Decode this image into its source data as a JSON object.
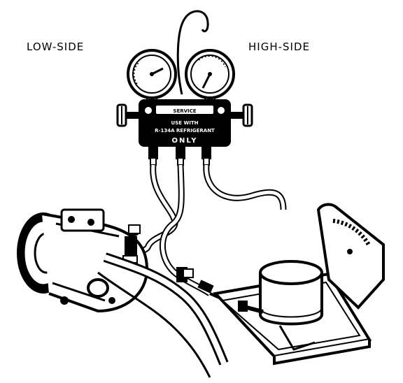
{
  "labels": {
    "low_side": "LOW-SIDE",
    "high_side": "HIGH-SIDE"
  },
  "manifold": {
    "plate_top": "SERVICE",
    "line1": "USE WITH",
    "line2": "R-134A REFRIGERANT",
    "line3": "ONLY"
  },
  "colors": {
    "ink": "#000000",
    "paper": "#ffffff"
  }
}
